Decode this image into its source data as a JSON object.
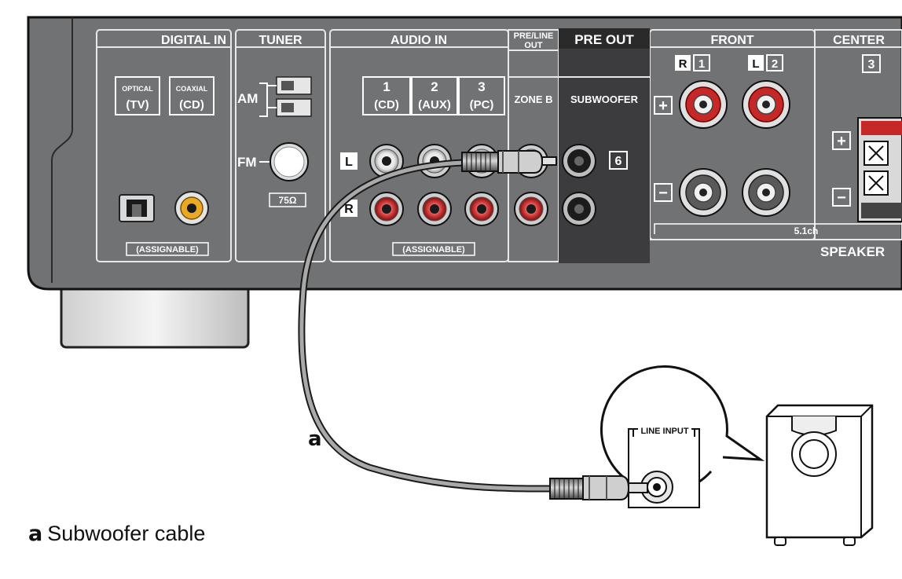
{
  "panel": {
    "digital_in": "DIGITAL IN",
    "tuner": "TUNER",
    "audio_in": "AUDIO IN",
    "pre_line_out_1": "PRE/LINE",
    "pre_line_out_2": "OUT",
    "pre_out": "PRE OUT",
    "front": "FRONT",
    "center": "CENTER",
    "optical": "OPTICAL",
    "optical_tv": "(TV)",
    "coaxial": "COAXIAL",
    "coaxial_cd": "(CD)",
    "assignable": "(ASSIGNABLE)",
    "am": "AM",
    "fm": "FM",
    "ohm": "75Ω",
    "in1_num": "1",
    "in1_name": "(CD)",
    "in2_num": "2",
    "in2_name": "(AUX)",
    "in3_num": "3",
    "in3_name": "(PC)",
    "zone_b": "ZONE B",
    "subwoofer": "SUBWOOFER",
    "left_letter": "L",
    "right_letter": "R",
    "pre_out_num": "6",
    "front_r": "R",
    "front_r_num": "1",
    "front_l": "L",
    "front_l_num": "2",
    "center_num": "3",
    "plus": "+",
    "minus": "−",
    "ch": "5.1ch",
    "speakers": "SPEAKER"
  },
  "subwoofer_unit": {
    "line_input": "LINE INPUT"
  },
  "callout": {
    "letter": "a",
    "caption_letter": "a",
    "caption_text": "Subwoofer cable"
  }
}
